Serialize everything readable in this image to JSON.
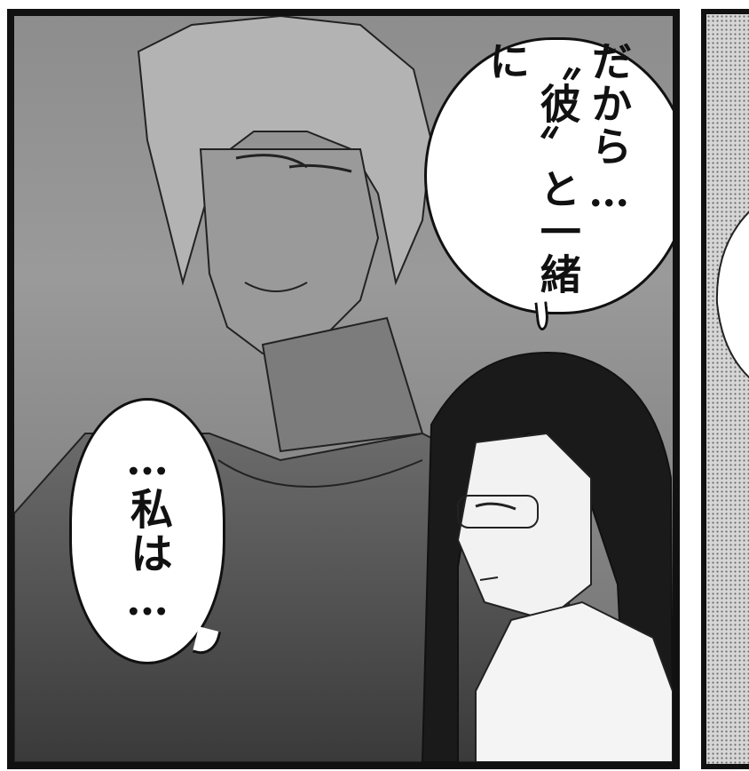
{
  "speech_bubbles": {
    "top": {
      "lines": [
        "だから…",
        "〝彼〟と一緒に"
      ]
    },
    "bottom": {
      "lines": [
        "…私は…"
      ]
    }
  }
}
